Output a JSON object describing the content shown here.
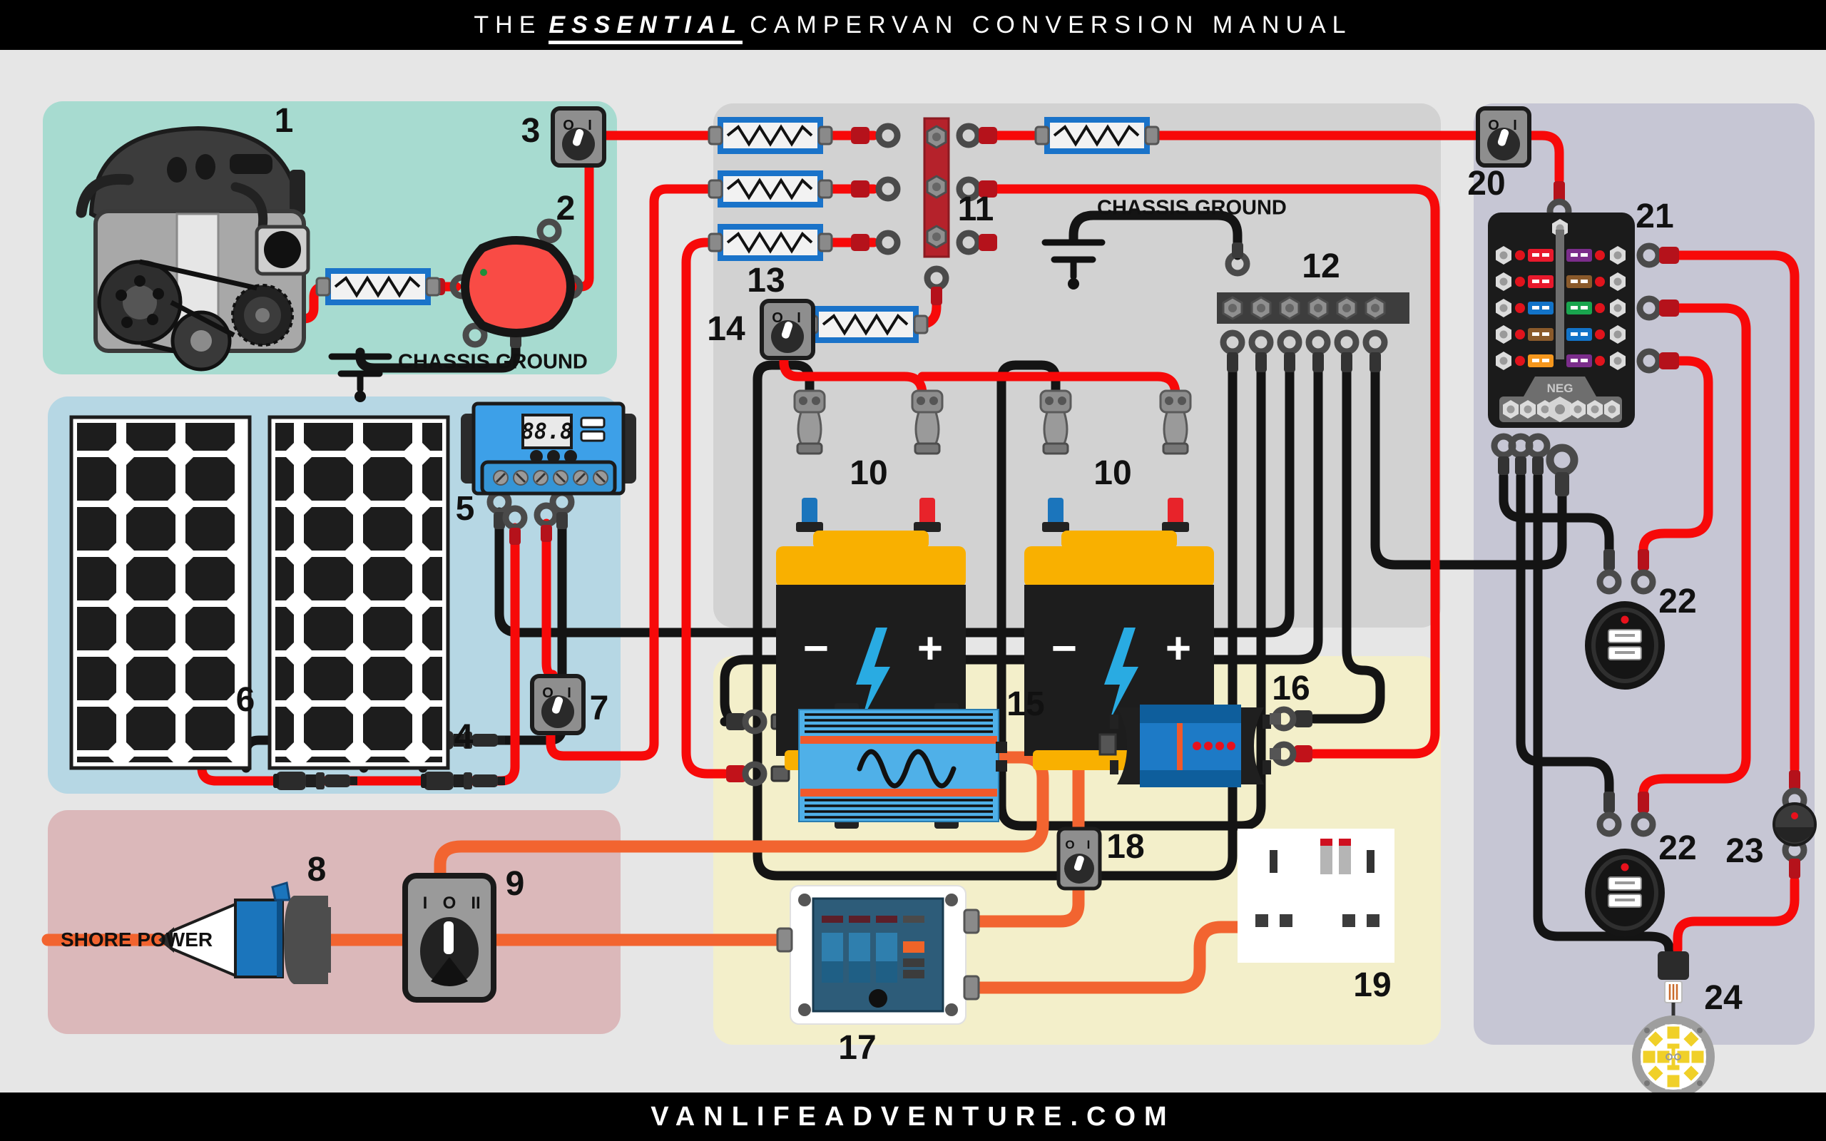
{
  "header": {
    "title_the": "THE",
    "title_essential": "ESSENTIAL",
    "title_rest": "CAMPERVAN CONVERSION MANUAL"
  },
  "footer": {
    "site": "VANLIFEADVENTURE.COM"
  },
  "texts": {
    "chassis_ground": "CHASSIS GROUND",
    "shore_power": "SHORE POWER",
    "neg": "NEG",
    "controller_display": "88.8",
    "battery_minus": "−",
    "battery_plus": "+"
  },
  "switch_markings": {
    "off": "O",
    "on": "I",
    "pos1": "I",
    "pos0": "O",
    "pos2": "II"
  },
  "colors": {
    "wire_red": "#f70909",
    "wire_black": "#141414",
    "wire_orange": "#f26430",
    "fuse_blue": "#1a73c9",
    "panel_engine": "#a7dbd0",
    "panel_solar": "#b6d7e4",
    "panel_shore": "#dbb8ba",
    "panel_middle": "#d2d2d2",
    "panel_inverter": "#f3efca",
    "panel_12v": "#c6c6d4",
    "battery_orange": "#f9b000",
    "device_blue": "#3da0e8"
  },
  "components": [
    {
      "num": "1",
      "name": "engine"
    },
    {
      "num": "2",
      "name": "battery-isolator"
    },
    {
      "num": "3",
      "name": "isolator-switch"
    },
    {
      "num": "4",
      "name": "solar-panels"
    },
    {
      "num": "5",
      "name": "solar-charge-controller"
    },
    {
      "num": "6",
      "name": "mc4-connectors"
    },
    {
      "num": "7",
      "name": "solar-switch"
    },
    {
      "num": "8",
      "name": "shore-power-inlet"
    },
    {
      "num": "9",
      "name": "changeover-switch"
    },
    {
      "num": "10",
      "name": "leisure-battery-1"
    },
    {
      "num": "10",
      "name": "leisure-battery-2"
    },
    {
      "num": "11",
      "name": "positive-busbar"
    },
    {
      "num": "12",
      "name": "negative-busbar"
    },
    {
      "num": "13",
      "name": "circuit-fuses"
    },
    {
      "num": "14",
      "name": "battery-master-switch"
    },
    {
      "num": "15",
      "name": "inverter"
    },
    {
      "num": "16",
      "name": "battery-charger"
    },
    {
      "num": "17",
      "name": "consumer-unit"
    },
    {
      "num": "18",
      "name": "charger-switch"
    },
    {
      "num": "19",
      "name": "mains-socket"
    },
    {
      "num": "20",
      "name": "fusebox-switch"
    },
    {
      "num": "21",
      "name": "12v-fuse-box"
    },
    {
      "num": "22",
      "name": "usb-socket-1"
    },
    {
      "num": "22",
      "name": "usb-socket-2"
    },
    {
      "num": "23",
      "name": "light-switch"
    },
    {
      "num": "24",
      "name": "led-light"
    }
  ]
}
